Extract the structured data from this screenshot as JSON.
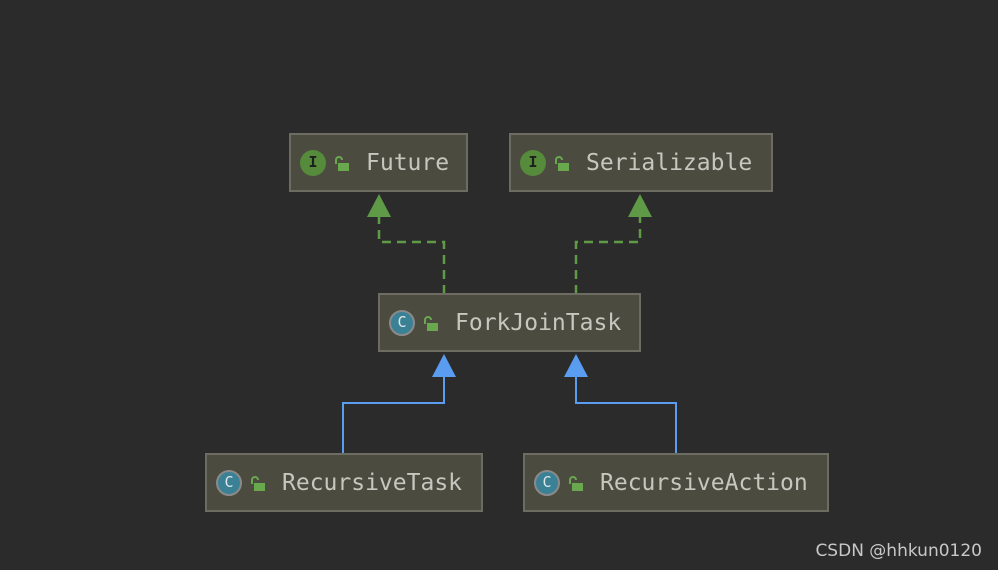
{
  "nodes": {
    "future": {
      "label": "Future",
      "kind": "I"
    },
    "serializable": {
      "label": "Serializable",
      "kind": "I"
    },
    "forkjointask": {
      "label": "ForkJoinTask",
      "kind": "C"
    },
    "recursivetask": {
      "label": "RecursiveTask",
      "kind": "C"
    },
    "recursiveaction": {
      "label": "RecursiveAction",
      "kind": "C"
    }
  },
  "edges": [
    {
      "from": "forkjointask",
      "to": "future",
      "type": "implements"
    },
    {
      "from": "forkjointask",
      "to": "serializable",
      "type": "implements"
    },
    {
      "from": "recursivetask",
      "to": "forkjointask",
      "type": "extends"
    },
    {
      "from": "recursiveaction",
      "to": "forkjointask",
      "type": "extends"
    }
  ],
  "colors": {
    "background": "#2b2b2b",
    "node_fill": "#4c4b3f",
    "implements_edge": "#5f9a46",
    "extends_edge": "#5a9cf0",
    "interface_badge": "#558b3b",
    "class_badge": "#3a8196"
  },
  "icons": {
    "interface": "interface-icon",
    "class": "class-icon",
    "lock": "unlocked-lock-icon"
  },
  "watermark": "CSDN @hhkun0120"
}
